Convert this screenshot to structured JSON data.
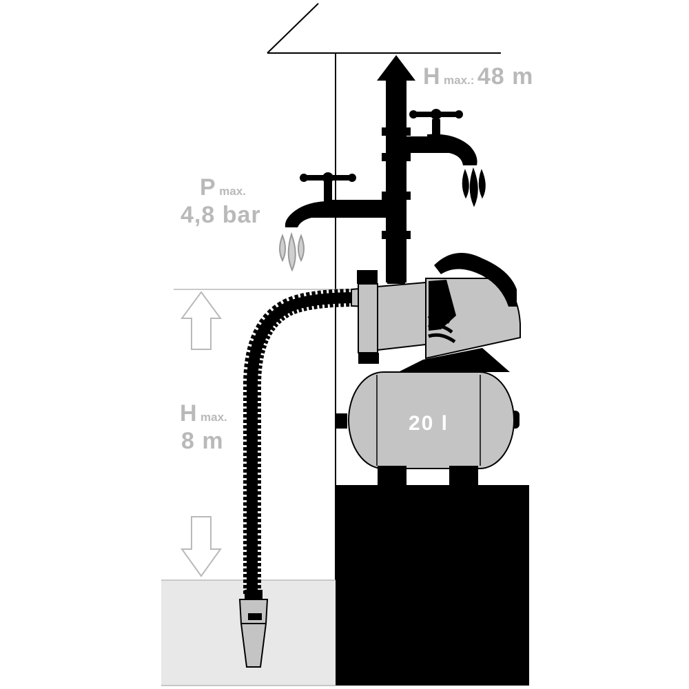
{
  "labels": {
    "h_max_outlet": {
      "letter": "H",
      "subscript": "max.:",
      "value": "48 m"
    },
    "p_max": {
      "letter": "P",
      "subscript": "max.",
      "value": "4,8 bar"
    },
    "h_max_suction": {
      "letter": "H",
      "subscript": "max.",
      "value": "8 m"
    },
    "tank_volume": "20 l"
  },
  "colors": {
    "label_gray": "#b9b9b9",
    "ink": "#000000",
    "pump_gray": "#c4c4c4",
    "water": "#e8e8e8"
  },
  "icons": [
    "up-arrow-icon",
    "down-arrow-icon",
    "faucet-icon",
    "water-drops-icon",
    "pressure-pump-icon",
    "hose-icon",
    "filter-icon"
  ]
}
